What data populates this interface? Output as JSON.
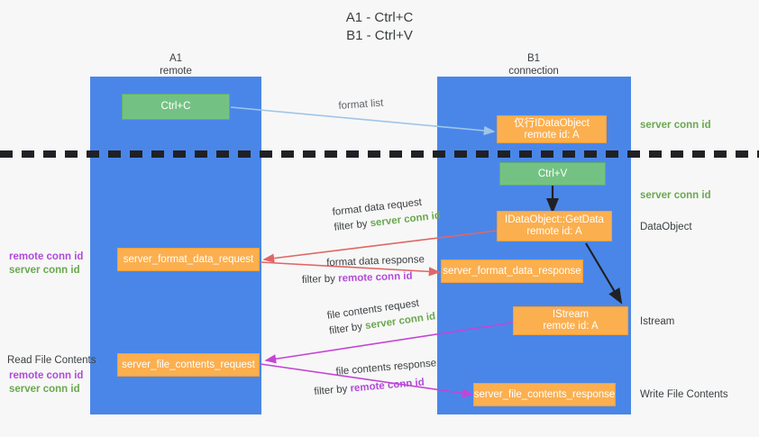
{
  "title": {
    "line1": "A1 - Ctrl+C",
    "line2": "B1 - Ctrl+V"
  },
  "colors": {
    "lane": "#4a86e8",
    "green_box": "#74c283",
    "orange_box": "#fbaf4f",
    "server_conn_id": "#6aa84f",
    "remote_conn_id": "#b24bd8",
    "arrow_blue": "#9fc5e8",
    "arrow_red": "#e06666",
    "arrow_magenta": "#c544d6",
    "arrow_black": "#202124",
    "background": "#f7f7f7"
  },
  "columns": [
    {
      "name": "A1",
      "sub": "remote"
    },
    {
      "name": "B1",
      "sub": "connection"
    }
  ],
  "nodes": [
    {
      "id": "ctrl-c",
      "line1": "Ctrl+C",
      "line2": ""
    },
    {
      "id": "idataobject",
      "line1": "仅行IDataObject",
      "line2": "remote id: A"
    },
    {
      "id": "ctrl-v",
      "line1": "Ctrl+V",
      "line2": ""
    },
    {
      "id": "getdata",
      "line1": "IDataObject::GetData",
      "line2": "remote id: A"
    },
    {
      "id": "fmt-req",
      "line1": "server_format_data_request",
      "line2": ""
    },
    {
      "id": "fmt-resp",
      "line1": "server_format_data_response",
      "line2": ""
    },
    {
      "id": "istream",
      "line1": "IStream",
      "line2": "remote id: A"
    },
    {
      "id": "file-req",
      "line1": "server_file_contents_request",
      "line2": ""
    },
    {
      "id": "file-resp",
      "line1": "server_file_contents_response",
      "line2": ""
    }
  ],
  "edge_labels": {
    "format_list": "format list",
    "format_data_request": "format data request",
    "format_data_response": "format data response",
    "file_contents_request": "file contents request",
    "file_contents_response": "file contents response",
    "filter_by": "filter by",
    "server_conn_id": "server conn id",
    "remote_conn_id": "remote conn id"
  },
  "right_tags": [
    {
      "text": "server conn id",
      "kind": "green"
    },
    {
      "text": "server conn id",
      "kind": "green"
    },
    {
      "text": "DataObject",
      "kind": "plain"
    },
    {
      "text": "Istream",
      "kind": "plain"
    },
    {
      "text": "Write File Contents",
      "kind": "plain"
    }
  ],
  "left_tags": {
    "remote_conn_id": "remote conn id",
    "server_conn_id": "server conn id",
    "read_file_contents": "Read File Contents"
  }
}
